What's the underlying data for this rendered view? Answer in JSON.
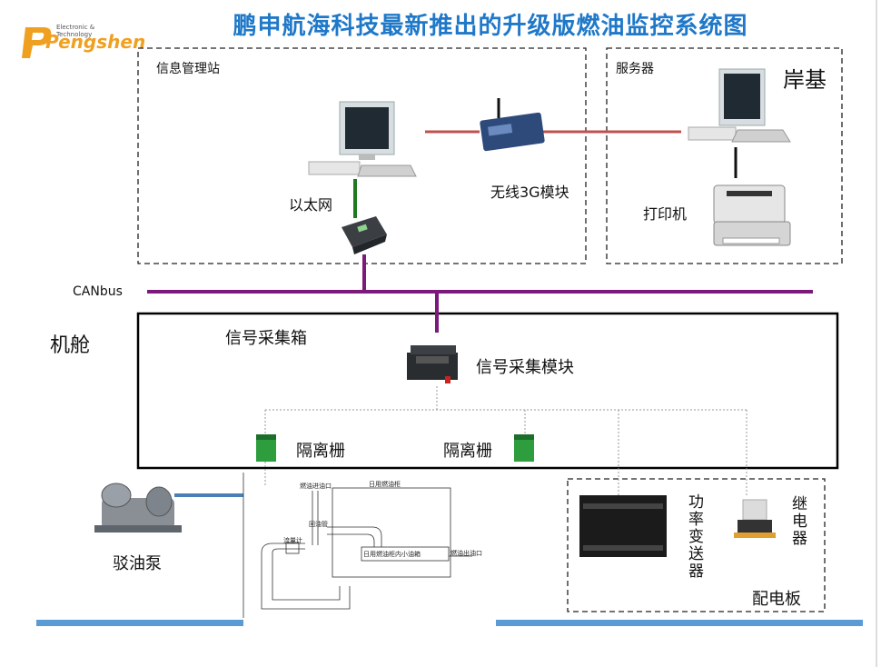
{
  "title": "鹏申航海科技最新推出的升级版燃油监控系统图",
  "logo": {
    "small_text": "Electronic & Technology",
    "brand": "Pengshen"
  },
  "zones": {
    "info_station": "信息管理站",
    "server": "服务器",
    "shore": "岸基",
    "engine_room": "机舱",
    "signal_box": "信号采集箱",
    "power_board": "配电板"
  },
  "devices": {
    "ethernet": "以太网",
    "wireless": "无线3G模块",
    "printer": "打印机",
    "canbus": "CANbus",
    "signal_module": "信号采集模块",
    "isolator_left": "隔离栅",
    "isolator_right": "隔离栅",
    "power_transmitter": "功率变送器",
    "relay": "继电器",
    "pump": "驳油泵"
  },
  "fuel_diagram": {
    "in_port": "燃油进油口",
    "daily_tank": "日用燃油柜",
    "return_pipe": "回油管",
    "flowmeter": "流量计",
    "small_tank": "日用燃油柜内小油箱",
    "out_port": "燃油出油口"
  },
  "colors": {
    "title": "#1f78c8",
    "canbus": "#7b1a7b",
    "red_link": "#c0504d",
    "green_link": "#1e7a1e",
    "blue_pipe": "#4a7fb5"
  }
}
